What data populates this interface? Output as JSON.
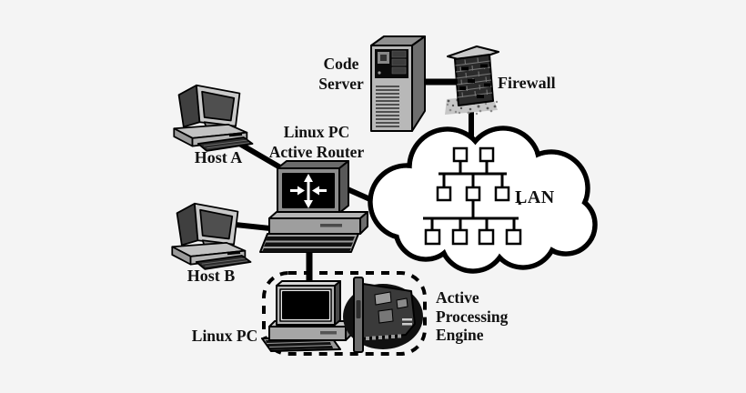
{
  "background_color": "#f4f4f4",
  "diagram": {
    "type": "network-topology",
    "nodes": {
      "host_a": {
        "label": "Host A",
        "icon": "desktop-computer-icon"
      },
      "host_b": {
        "label": "Host B",
        "icon": "desktop-computer-icon"
      },
      "router": {
        "label": "Linux PC\nActive Router",
        "icon": "computer-routing-arrows-icon"
      },
      "code_server": {
        "label": "Code\nServer",
        "icon": "server-tower-icon"
      },
      "firewall": {
        "label": "Firewall",
        "icon": "brick-wall-icon"
      },
      "lan": {
        "label": "LAN",
        "icon": "cloud-tree-topology-icon"
      },
      "linux_pc": {
        "label": "Linux PC",
        "icon": "desktop-computer-icon"
      },
      "engine": {
        "label": "Active\nProcessing\nEngine",
        "icon": "pci-card-icon"
      }
    },
    "edges": [
      {
        "from": "host_a",
        "to": "router"
      },
      {
        "from": "host_b",
        "to": "router"
      },
      {
        "from": "router",
        "to": "lan"
      },
      {
        "from": "router",
        "to": "linux_pc"
      },
      {
        "from": "code_server",
        "to": "firewall"
      },
      {
        "from": "firewall",
        "to": "lan"
      }
    ],
    "colors": {
      "line": "#000000",
      "cloud_fill": "#ffffff",
      "text": "#111111"
    }
  }
}
